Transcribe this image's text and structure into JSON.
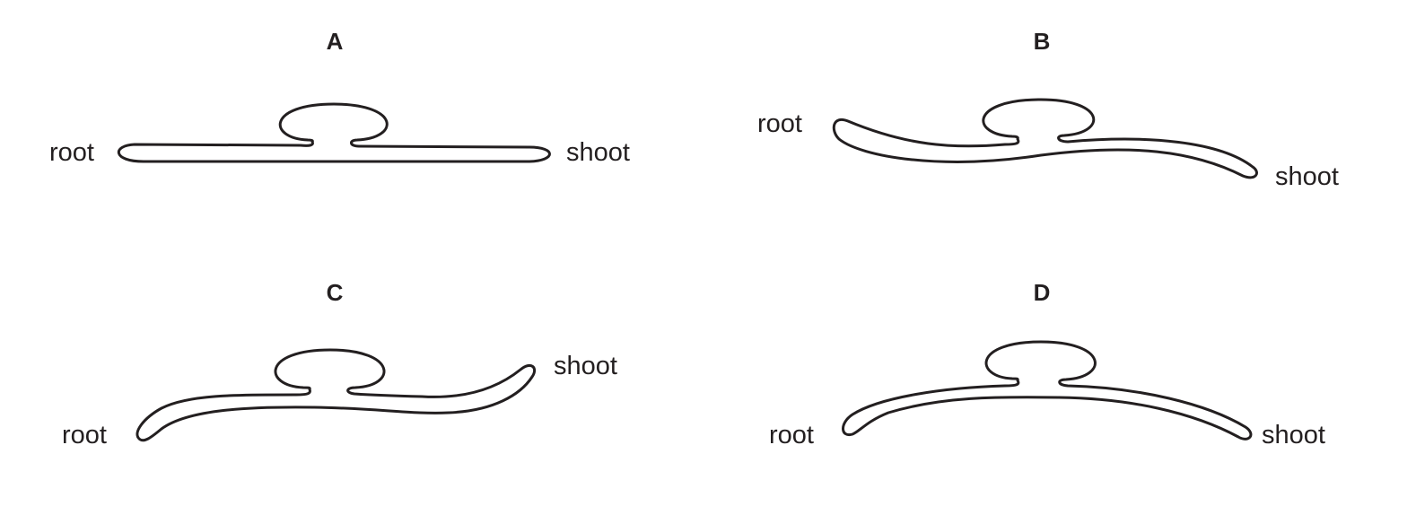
{
  "panels": [
    {
      "title": "A",
      "left_label": "root",
      "right_label": "shoot"
    },
    {
      "title": "B",
      "left_label": "root",
      "right_label": "shoot"
    },
    {
      "title": "C",
      "left_label": "root",
      "right_label": "shoot"
    },
    {
      "title": "D",
      "left_label": "root",
      "right_label": "shoot"
    }
  ],
  "colors": {
    "line": "#231f20",
    "background": "#ffffff"
  }
}
